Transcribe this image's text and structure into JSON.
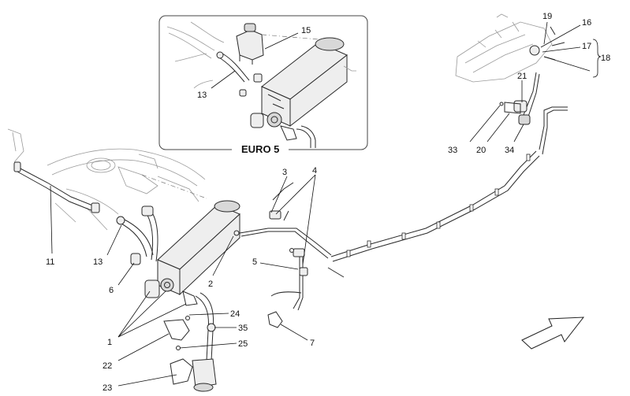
{
  "inset": {
    "title": "EURO 5"
  },
  "callouts": {
    "c1": "1",
    "c2": "2",
    "c3": "3",
    "c4": "4",
    "c5": "5",
    "c6": "6",
    "c7": "7",
    "c11": "11",
    "c13_main": "13",
    "c13_inset": "13",
    "c15": "15",
    "c16": "16",
    "c17": "17",
    "c18": "18",
    "c19": "19",
    "c20": "20",
    "c21": "21",
    "c22": "22",
    "c23": "23",
    "c24": "24",
    "c25": "25",
    "c33": "33",
    "c34": "34",
    "c35": "35"
  },
  "icons": {
    "direction": "direction-arrow-icon"
  }
}
